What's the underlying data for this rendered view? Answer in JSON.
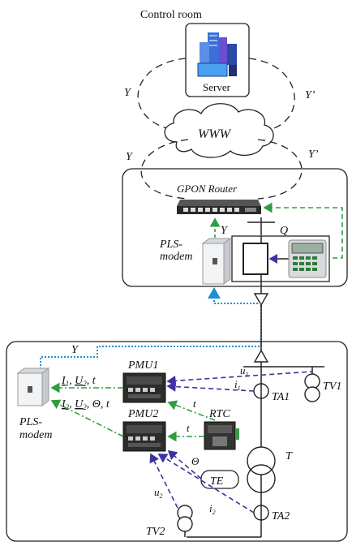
{
  "control_room": {
    "title": "Control room",
    "server_label": "Server"
  },
  "network": {
    "www_label": "WWW",
    "y_left_top": "Y",
    "y_right_top": "Y’",
    "y_left_bottom": "Y",
    "y_right_bottom": "Y’"
  },
  "substation_top": {
    "router_label": "GPON Router",
    "modem_label_line1": "PLS-",
    "modem_label_line2": "modem",
    "y_label": "Y",
    "y_prime_label": "Y’",
    "breaker_label": "Q"
  },
  "substation_bottom": {
    "y_label": "Y",
    "pmu1_label": "PMU1",
    "pmu2_label": "PMU2",
    "rtc_label": "RTC",
    "modem_label_line1": "PLS-",
    "modem_label_line2": "modem",
    "signals1_a": "I",
    "signals1_a_sub": "1",
    "signals1_b": "U",
    "signals1_b_sub": "2",
    "signals1_c": ", t",
    "signals2_a": "I",
    "signals2_a_sub": "2",
    "signals2_b": "U",
    "signals2_b_sub": "2",
    "signals2_c": ", Θ, t",
    "u1_label": "u",
    "u1_sub": "1",
    "i1_label": "i",
    "i1_sub": "1",
    "t_label_1": "t",
    "t_label_2": "t",
    "theta_label": "Θ",
    "tv1_label": "TV1",
    "ta1_label": "TA1",
    "transformer_label": "T",
    "te_label": "TE",
    "u2_label": "u",
    "u2_sub": "2",
    "i2_label": "i",
    "i2_sub": "2",
    "ta2_label": "TA2",
    "tv2_label": "TV2"
  },
  "colors": {
    "green": "#2e9e3e",
    "purple": "#3b33a0",
    "blue": "#1e8fd6",
    "line": "#222222"
  }
}
